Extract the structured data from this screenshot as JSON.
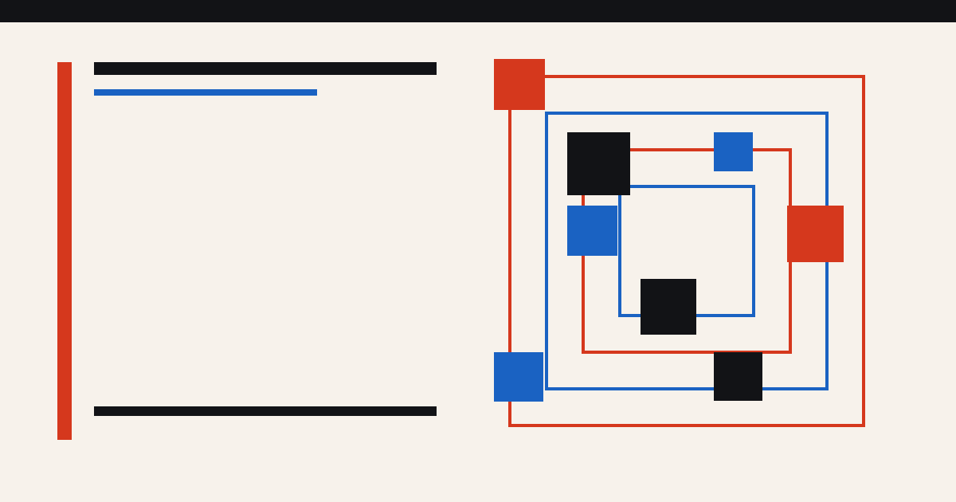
{
  "colors": {
    "background": "#f7f2eb",
    "ink": "#121316",
    "red": "#d5381d",
    "blue": "#1a62c2"
  },
  "composition": {
    "text_placeholders": [
      "top-line",
      "blue-underline",
      "bottom-line"
    ],
    "nested_frames": [
      "red",
      "blue",
      "red",
      "blue"
    ],
    "blocks": [
      "red",
      "black",
      "blue",
      "blue",
      "red",
      "black",
      "blue",
      "black"
    ]
  }
}
